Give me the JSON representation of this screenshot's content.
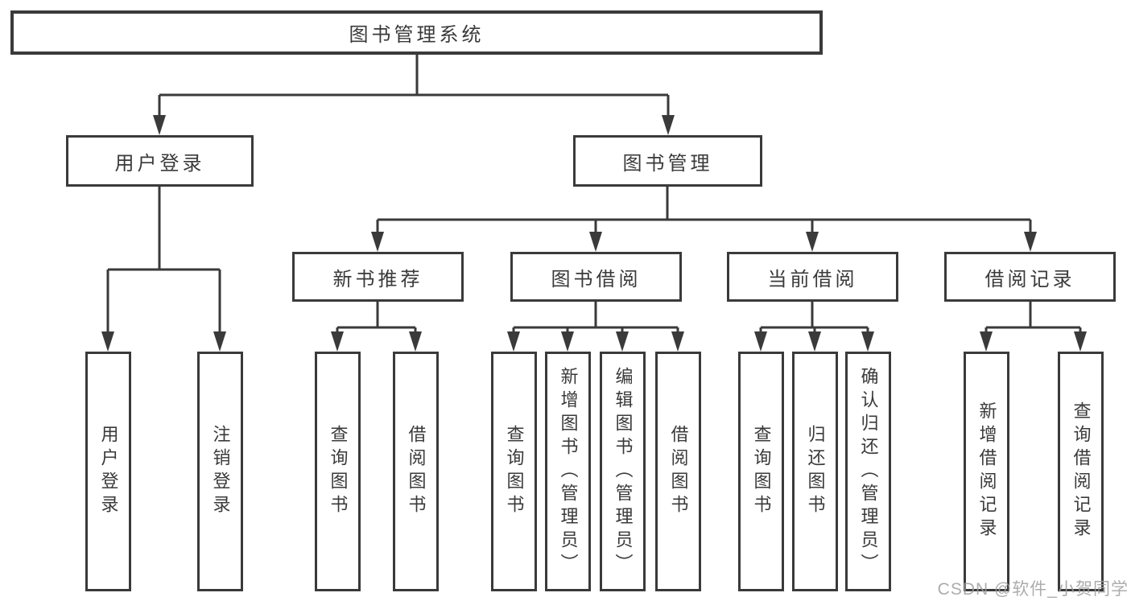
{
  "diagram": {
    "tree": {
      "label": "图书管理系统",
      "children": [
        {
          "label": "用户登录",
          "children": [
            {
              "label": "用户登录"
            },
            {
              "label": "注销登录"
            }
          ]
        },
        {
          "label": "图书管理",
          "children": [
            {
              "label": "新书推荐",
              "children": [
                {
                  "label": "查询图书"
                },
                {
                  "label": "借阅图书"
                }
              ]
            },
            {
              "label": "图书借阅",
              "children": [
                {
                  "label": "查询图书"
                },
                {
                  "label": "新增图书（管理员）"
                },
                {
                  "label": "编辑图书（管理员）"
                },
                {
                  "label": "借阅图书"
                }
              ]
            },
            {
              "label": "当前借阅",
              "children": [
                {
                  "label": "查询图书"
                },
                {
                  "label": "归还图书"
                },
                {
                  "label": "确认归还（管理员）"
                }
              ]
            },
            {
              "label": "借阅记录",
              "children": [
                {
                  "label": "新增借阅记录"
                },
                {
                  "label": "查询借阅记录"
                }
              ]
            }
          ]
        }
      ]
    },
    "colors": {
      "line": "#3a3a3a",
      "text": "#3a3a3a",
      "box_background": "#ffffff",
      "watermark": "#9e9e9e"
    }
  },
  "watermark": {
    "text": "CSDN @软件_小贺同学"
  }
}
